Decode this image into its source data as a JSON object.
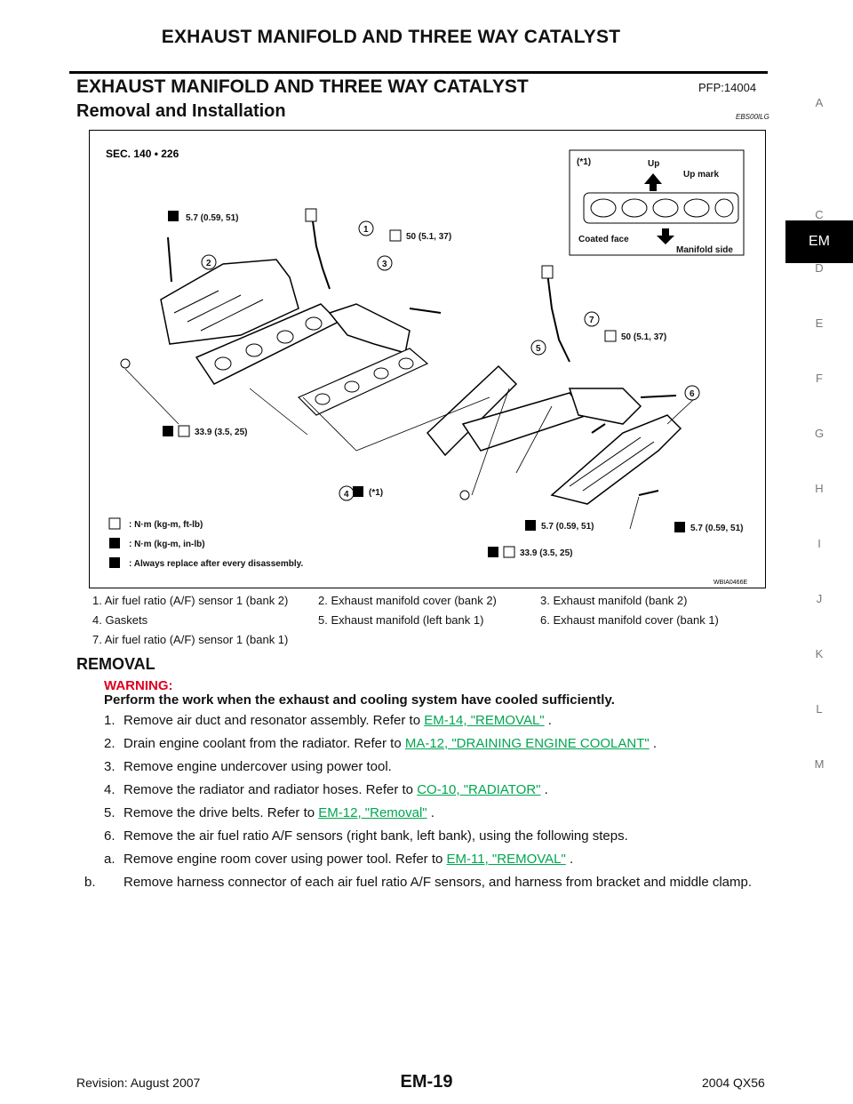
{
  "header": {
    "running_title": "EXHAUST MANIFOLD AND THREE WAY CATALYST",
    "section_title": "EXHAUST MANIFOLD AND THREE WAY CATALYST",
    "pfp": "PFP:14004",
    "subsection_title": "Removal and Installation",
    "subsection_code": "EBS00ILG"
  },
  "figure": {
    "sec_label": "SEC. 140 • 226",
    "code": "WBIA0466E",
    "torques": {
      "t1": "5.7 (0.59, 51)",
      "t2": "50 (5.1, 37)",
      "t3": "50 (5.1, 37)",
      "t4": "33.9 (3.5, 25)",
      "t5": "5.7 (0.59, 51)",
      "t6": "5.7 (0.59, 51)",
      "t7": "33.9 (3.5, 25)"
    },
    "gasket_note": "(*1)",
    "callouts": [
      "1",
      "2",
      "3",
      "4",
      "5",
      "6",
      "7"
    ],
    "inset": {
      "label": "(*1)",
      "up": "Up",
      "up_mark": "Up mark",
      "coated_face": "Coated face",
      "manifold_side": "Manifold side"
    },
    "key": {
      "nm_ftlb": ": N·m (kg-m, ft-lb)",
      "nm_inlb": ": N·m (kg-m, in-lb)",
      "replace": ": Always replace after every disassembly."
    }
  },
  "legend": [
    "1.  Air fuel ratio (A/F) sensor 1 (bank 2)",
    "2.  Exhaust manifold cover (bank 2)",
    "3.  Exhaust manifold (bank 2)",
    "4.  Gaskets",
    "5.  Exhaust manifold (left bank 1)",
    "6.  Exhaust manifold cover (bank 1)",
    "7.  Air fuel ratio (A/F) sensor 1 (bank 1)"
  ],
  "removal": {
    "heading": "REMOVAL",
    "warning_label": "WARNING:",
    "warning_text": "Perform the work when the exhaust and cooling system have cooled sufficiently.",
    "steps": [
      {
        "num": "1.",
        "text": "Remove air duct and resonator assembly. Refer to ",
        "link": "EM-14, \"REMOVAL\"",
        "after": " ."
      },
      {
        "num": "2.",
        "text": "Drain engine coolant from the radiator. Refer to ",
        "link": "MA-12, \"DRAINING ENGINE COOLANT\"",
        "after": " ."
      },
      {
        "num": "3.",
        "text": "Remove engine undercover using power tool.",
        "link": "",
        "after": ""
      },
      {
        "num": "4.",
        "text": "Remove the radiator and radiator hoses. Refer to ",
        "link": "CO-10, \"RADIATOR\"",
        "after": " ."
      },
      {
        "num": "5.",
        "text": "Remove the drive belts. Refer to ",
        "link": "EM-12, \"Removal\"",
        "after": " ."
      },
      {
        "num": "6.",
        "text": "Remove the air fuel ratio A/F sensors (right bank, left bank), using the following steps.",
        "link": "",
        "after": ""
      },
      {
        "num": "a.",
        "text": "Remove engine room cover using power tool. Refer to ",
        "link": "EM-11, \"REMOVAL\"",
        "after": " ."
      },
      {
        "num": "b.",
        "text": "Remove harness connector of each air fuel ratio A/F sensors, and harness from bracket and middle clamp.",
        "link": "",
        "after": ""
      }
    ]
  },
  "sidebar": [
    "A",
    "EM",
    "C",
    "D",
    "E",
    "F",
    "G",
    "H",
    "I",
    "J",
    "K",
    "L",
    "M"
  ],
  "footer": {
    "revision": "Revision: August 2007",
    "page": "EM-19",
    "model": "2004 QX56"
  }
}
